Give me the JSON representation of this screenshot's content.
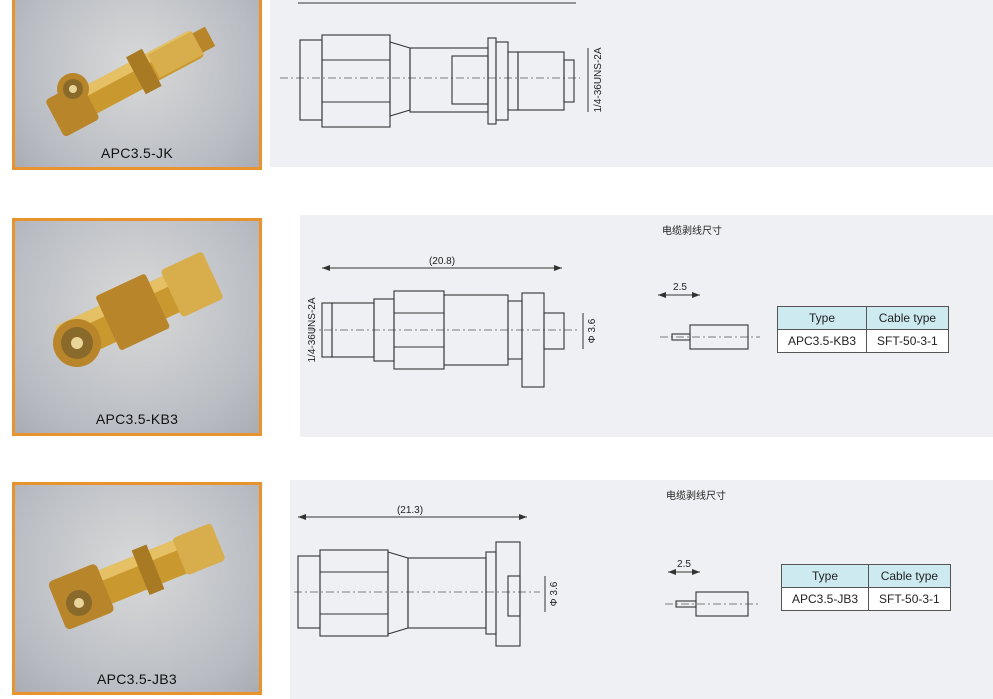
{
  "products": [
    {
      "model": "APC3.5-JK",
      "thread": "1/4-36UNS-2A"
    },
    {
      "model": "APC3.5-KB3",
      "thread": "1/4-36UNS-2A",
      "length": "(20.8)",
      "diameter": "Φ 3.6",
      "strip_title": "电缆剥线尺寸",
      "strip_len": "2.5",
      "table": {
        "headers": [
          "Type",
          "Cable type"
        ],
        "row": [
          "APC3.5-KB3",
          "SFT-50-3-1"
        ]
      }
    },
    {
      "model": "APC3.5-JB3",
      "length": "(21.3)",
      "diameter": "Φ 3.6",
      "strip_title": "电缆剥线尺寸",
      "strip_len": "2.5",
      "table": {
        "headers": [
          "Type",
          "Cable type"
        ],
        "row": [
          "APC3.5-JB3",
          "SFT-50-3-1"
        ]
      }
    }
  ],
  "colors": {
    "frame": "#e8932c",
    "table_header": "#cdeaf0",
    "drawing_bg": "#eef0f3",
    "gold": "#c9982f"
  }
}
